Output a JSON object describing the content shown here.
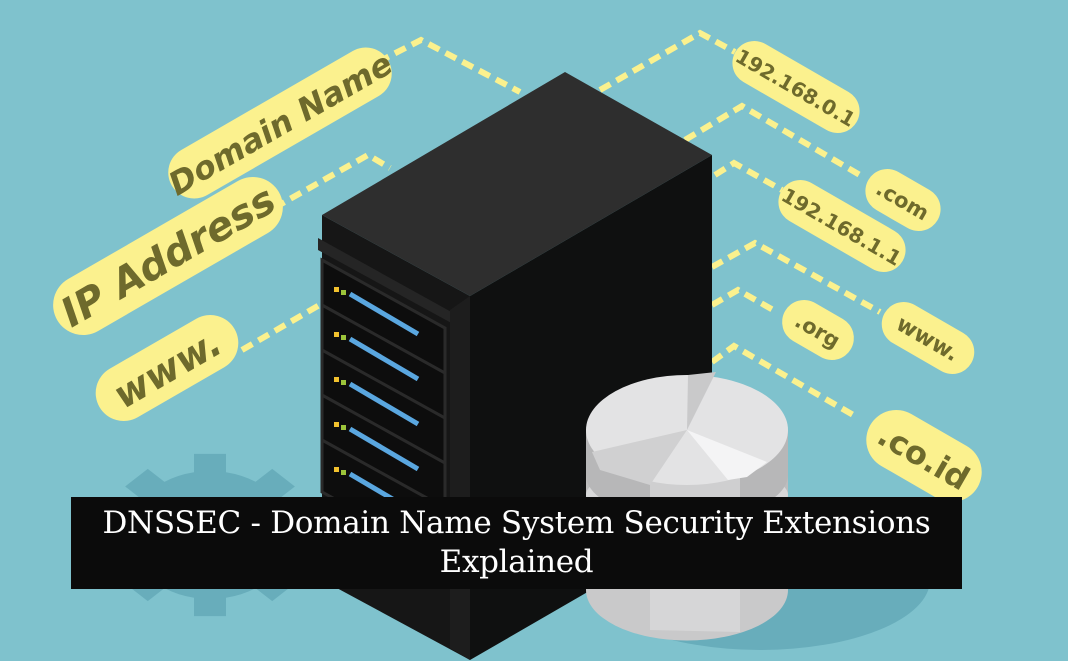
{
  "colors": {
    "background": "#7fc2cd",
    "label_fill": "#fbf18e",
    "label_text": "#6e6a2c",
    "dashed_line": "#fbf18e",
    "server_top": "#2e2e2e",
    "server_front": "#121212",
    "server_side": "#0f1010",
    "drive_bar": "#5aa7e0",
    "led_yellow": "#f2c12e",
    "led_green": "#9cc43a",
    "gear": "#68adbb",
    "database_light": "#e3e3e4",
    "database_dark": "#a9a9aa",
    "caption_bg": "#0b0b0b",
    "caption_text": "#ffffff"
  },
  "left_labels": [
    {
      "id": "domain-name",
      "text": "Domain Name"
    },
    {
      "id": "ip-address",
      "text": "IP Address"
    },
    {
      "id": "www-left",
      "text": "www."
    }
  ],
  "right_labels": [
    {
      "id": "ip-192-168-0-1",
      "text": "192.168.0.1"
    },
    {
      "id": "dot-com",
      "text": ".com"
    },
    {
      "id": "ip-192-168-1-1",
      "text": "192.168.1.1"
    },
    {
      "id": "dot-org",
      "text": ".org"
    },
    {
      "id": "www-right",
      "text": "www."
    },
    {
      "id": "dot-co-id",
      "text": ".co.id"
    }
  ],
  "caption": {
    "line1": "DNSSEC - Domain Name System Security Extensions",
    "line2": "Explained"
  }
}
